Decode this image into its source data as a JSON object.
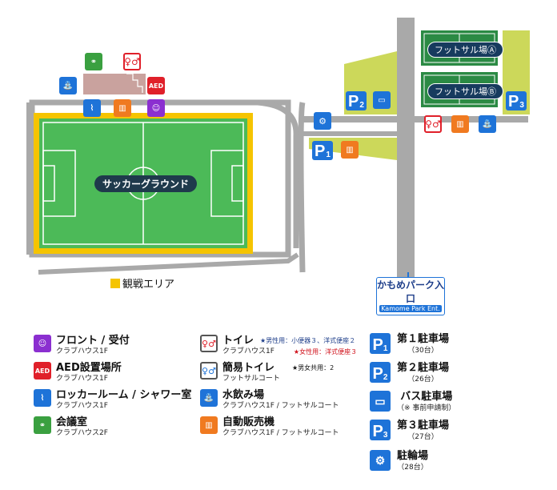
{
  "colors": {
    "field_green": "#4cba58",
    "field_border": "#f5c400",
    "road_gray": "#a9a9a9",
    "parking_yellow": "#ccd85a",
    "futsal_green": "#2b8a44",
    "clubhouse_pink": "#c9a29e",
    "blue": "#1e73d8",
    "purple": "#8b2fd0",
    "red": "#e0202a",
    "darkgreen": "#3aa040",
    "orange": "#f07a20",
    "navy": "#1e3e8a"
  },
  "map": {
    "soccer_ground": "サッカーグラウンド",
    "futsal_a": "フットサル場Ⓐ",
    "futsal_b": "フットサル場Ⓑ",
    "viewing_area": "観戦エリア",
    "entrance_jp": "かもめパーク入口",
    "entrance_en": "Kamome Park Ent.",
    "icons": [
      {
        "name": "meeting-room-icon",
        "label": "会"
      },
      {
        "name": "toilet-icon",
        "label": "WC"
      },
      {
        "name": "water-fountain-icon",
        "label": "水"
      },
      {
        "name": "aed-icon",
        "label": "AED"
      },
      {
        "name": "shower-icon",
        "label": "シ"
      },
      {
        "name": "vending-machine-icon",
        "label": "自"
      },
      {
        "name": "front-desk-icon",
        "label": "受"
      },
      {
        "name": "bicycle-icon",
        "label": "🚲"
      },
      {
        "name": "bus-icon",
        "label": "🚌"
      }
    ],
    "parking": [
      {
        "num": "1"
      },
      {
        "num": "2"
      },
      {
        "num": "3"
      }
    ]
  },
  "legend": {
    "front_title": "フロント / 受付",
    "front_sub": "クラブハウス1F",
    "aed_title": "AED設置場所",
    "aed_sub": "クラブハウス1F",
    "locker_title": "ロッカールーム / シャワー室",
    "locker_sub": "クラブハウス1F",
    "meeting_title": "会議室",
    "meeting_sub": "クラブハウス2F",
    "toilet_title": "トイレ",
    "toilet_sub": "クラブハウス1F",
    "toilet_note_men": "★男性用：小便器３、洋式便座２",
    "toilet_note_women": "★女性用：洋式便座３",
    "simple_toilet_title": "簡易トイレ",
    "simple_toilet_sub": "フットサルコート",
    "simple_toilet_note": "★男女共用：2",
    "water_title": "水飲み場",
    "water_sub": "クラブハウス1F / フットサルコート",
    "vending_title": "自動販売機",
    "vending_sub": "クラブハウス1F / フットサルコート",
    "p1_title": "第１駐車場",
    "p1_sub": "（30台）",
    "p2_title": "第２駐車場",
    "p2_sub": "（26台）",
    "bus_title": "バス駐車場",
    "bus_sub": "（※ 事前申請制）",
    "p3_title": "第３駐車場",
    "p3_sub": "（27台）",
    "bike_title": "駐輪場",
    "bike_sub": "（28台）"
  }
}
